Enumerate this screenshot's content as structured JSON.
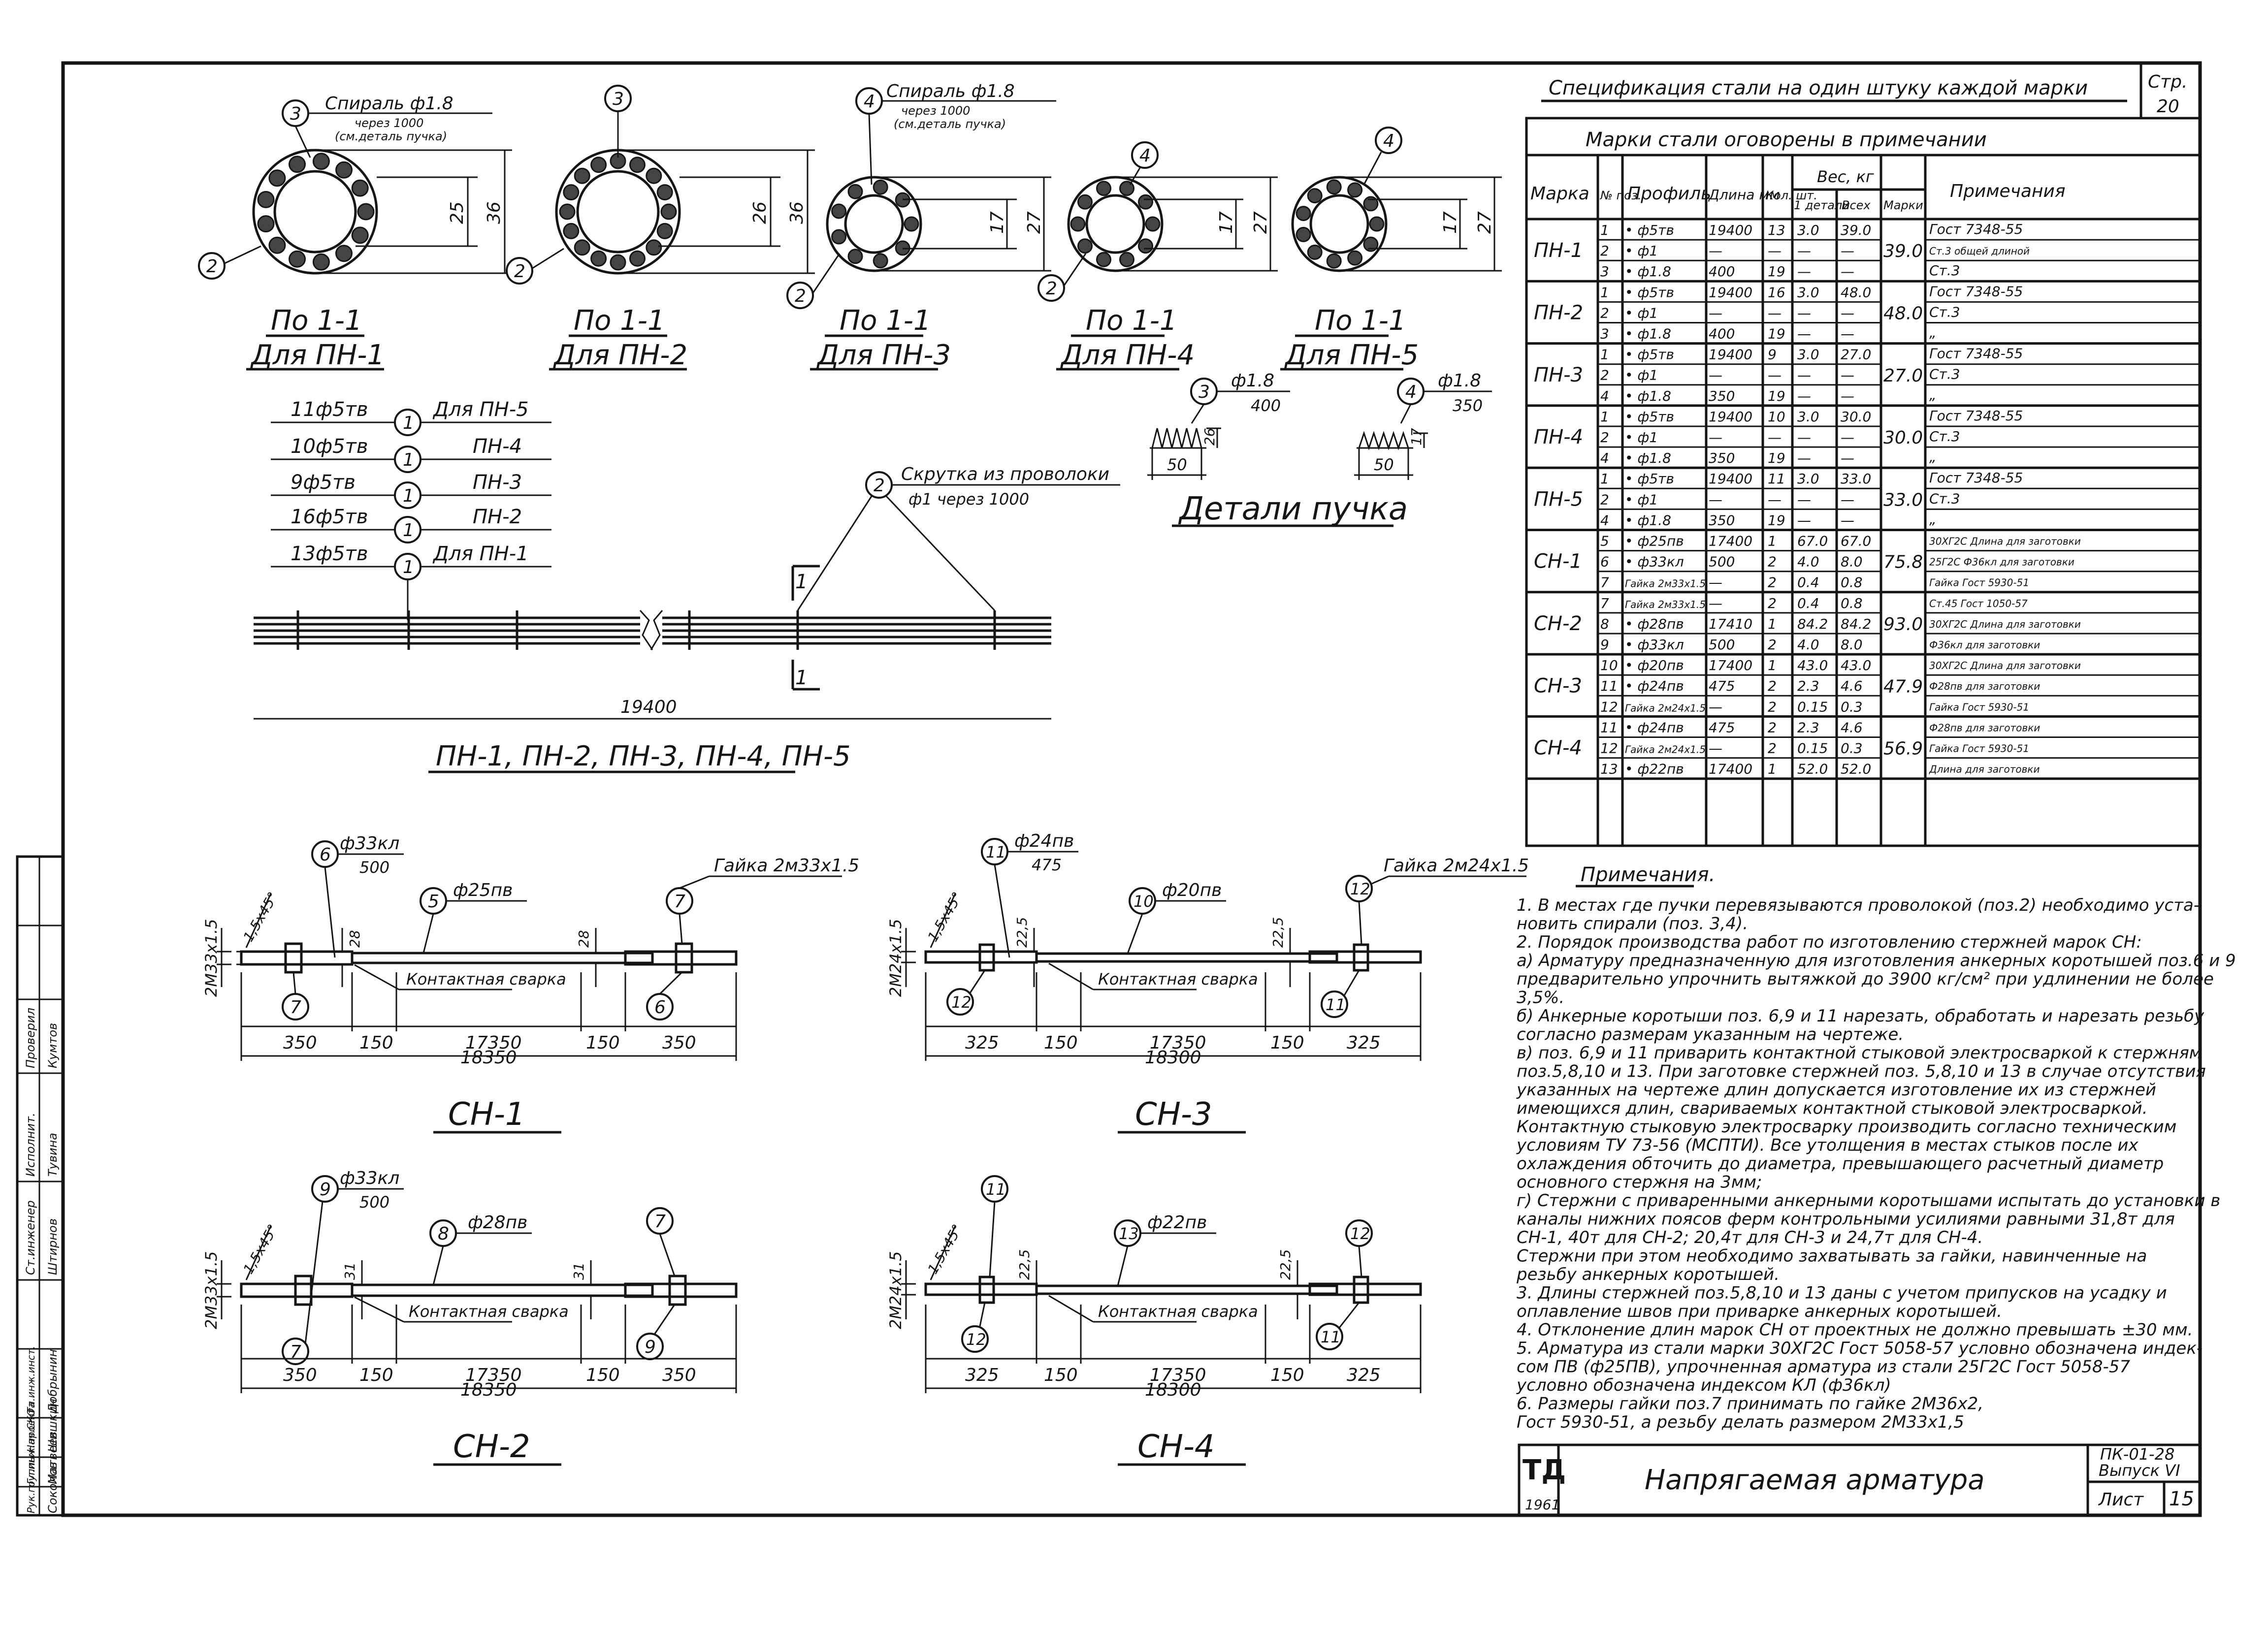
{
  "sheet": {
    "page_label": "Стр.",
    "page_no": "20",
    "drawing_code": "ПК-01-28",
    "issue": "Выпуск VI",
    "sheet_label": "Лист",
    "sheet_no": "15",
    "title": "Напрягаемая арматура",
    "logo_text": "ТД",
    "year": "1961"
  },
  "stamp_left": [
    {
      "role": "Ст.инженер",
      "name": "Штирнов"
    },
    {
      "role": "Исполнит.",
      "name": "Тувина"
    },
    {
      "role": "Проверил",
      "name": "Кумтов"
    },
    {
      "role": "Гл.инж.инст.",
      "name": "Добрынин"
    },
    {
      "role": "Нач.СКО",
      "name": "Шишкин"
    },
    {
      "role": "Гл.инж.проекта",
      "name": "Матвеев"
    },
    {
      "role": "Рук.группы",
      "name": "Соколов"
    }
  ],
  "sections": [
    {
      "cap1": "По 1-1",
      "cap2": "Для ПН-1",
      "ann": [
        "Спираль ф1.8",
        "через 1000",
        "(см.деталь пучка)"
      ],
      "d1": "25",
      "d2": "36",
      "p_top": "3",
      "p_bot": "2"
    },
    {
      "cap1": "По 1-1",
      "cap2": "Для ПН-2",
      "ann": [],
      "d1": "26",
      "d2": "36",
      "p_top": "3",
      "p_bot": "2"
    },
    {
      "cap1": "По 1-1",
      "cap2": "Для ПН-3",
      "ann": [
        "Спираль ф1.8",
        "через 1000",
        "(см.деталь пучка)"
      ],
      "d1": "17",
      "d2": "27",
      "p_top": "4",
      "p_bot": "2"
    },
    {
      "cap1": "По 1-1",
      "cap2": "Для ПН-4",
      "ann": [],
      "d1": "17",
      "d2": "27",
      "p_top": "4",
      "p_bot": "2"
    },
    {
      "cap1": "По 1-1",
      "cap2": "Для ПН-5",
      "ann": [],
      "d1": "17",
      "d2": "27",
      "p_top": "4",
      "p_bot": "2"
    }
  ],
  "bundle_legend": [
    {
      "rod": "11ф5тв",
      "pos": "1",
      "label": "Для ПН-5"
    },
    {
      "rod": "10ф5тв",
      "pos": "1",
      "label": "ПН-4"
    },
    {
      "rod": "9ф5тв",
      "pos": "1",
      "label": "ПН-3"
    },
    {
      "rod": "16ф5тв",
      "pos": "1",
      "label": "ПН-2"
    },
    {
      "rod": "13ф5тв",
      "pos": "1",
      "label": "Для ПН-1"
    }
  ],
  "bundle": {
    "twist_pos": "2",
    "twist_label": "Скрутка из проволоки",
    "twist_label2": "ф1 через 1000",
    "length": "19400",
    "cut": "1",
    "caption": "ПН-1, ПН-2, ПН-3, ПН-4, ПН-5"
  },
  "bundle_details": {
    "caption": "Детали пучка",
    "a": {
      "pos": "3",
      "rod": "ф1.8",
      "len": "400",
      "h": "26",
      "w": "50"
    },
    "b": {
      "pos": "4",
      "rod": "ф1.8",
      "len": "350",
      "h": "17",
      "w": "50"
    }
  },
  "bars": [
    {
      "name": "СН-1",
      "nut": "Гайка 2м33х1.5",
      "thread": "2М33х1.5",
      "chamfer": "1,5х45°",
      "end_pos": "6",
      "end_rod": "ф33кл",
      "end_len": "500",
      "mid_pos": "5",
      "mid_rod": "ф25пв",
      "nut_pos": "7",
      "lb_left": "7",
      "lb_right": "6",
      "h": "28",
      "weld": "Контактная сварка",
      "dims": [
        "350",
        "150",
        "17350",
        "150",
        "350"
      ],
      "total": "18350"
    },
    {
      "name": "СН-3",
      "nut": "Гайка 2м24х1.5",
      "thread": "2М24х1.5",
      "chamfer": "1,5х45°",
      "end_pos": "11",
      "end_rod": "ф24пв",
      "end_len": "475",
      "mid_pos": "10",
      "mid_rod": "ф20пв",
      "nut_pos": "12",
      "lb_left": "12",
      "lb_right": "11",
      "h": "22,5",
      "weld": "Контактная сварка",
      "dims": [
        "325",
        "150",
        "17350",
        "150",
        "325"
      ],
      "total": "18300"
    },
    {
      "name": "СН-2",
      "nut": "",
      "thread": "2М33х1.5",
      "chamfer": "1,5х45°",
      "end_pos": "9",
      "end_rod": "ф33кл",
      "end_len": "500",
      "mid_pos": "8",
      "mid_rod": "ф28пв",
      "nut_pos": "7",
      "lb_left": "7",
      "lb_right": "9",
      "h": "31",
      "weld": "Контактная сварка",
      "dims": [
        "350",
        "150",
        "17350",
        "150",
        "350"
      ],
      "total": "18350"
    },
    {
      "name": "СН-4",
      "nut": "",
      "thread": "2М24х1.5",
      "chamfer": "1,5х45°",
      "end_pos": "11",
      "end_rod": "",
      "end_len": "",
      "mid_pos": "13",
      "mid_rod": "ф22пв",
      "nut_pos": "12",
      "lb_left": "12",
      "lb_right": "11",
      "h": "22,5",
      "weld": "Контактная сварка",
      "dims": [
        "325",
        "150",
        "17350",
        "150",
        "325"
      ],
      "total": "18300"
    }
  ],
  "spec": {
    "title": "Спецификация стали на один штуку каждой марки",
    "subtitle": "Марки стали оговорены в примечании",
    "headers": [
      "Марка",
      "№ поз.",
      "Профиль",
      "Длина мм",
      "Кол. шт.",
      "Вес, кг",
      "1 детали",
      "Всех",
      "Марки",
      "Примечания"
    ],
    "groups": [
      {
        "mark": "ПН-1",
        "total": "39.0",
        "rows": [
          [
            "1",
            "• ф5тв",
            "19400",
            "13",
            "3.0",
            "39.0",
            "Гост 7348-55"
          ],
          [
            "2",
            "• ф1",
            "—",
            "—",
            "—",
            "—",
            "Ст.3 общей длиной"
          ],
          [
            "3",
            "• ф1.8",
            "400",
            "19",
            "—",
            "—",
            "Ст.3"
          ]
        ]
      },
      {
        "mark": "ПН-2",
        "total": "48.0",
        "rows": [
          [
            "1",
            "• ф5тв",
            "19400",
            "16",
            "3.0",
            "48.0",
            "Гост 7348-55"
          ],
          [
            "2",
            "• ф1",
            "—",
            "—",
            "—",
            "—",
            "Ст.3"
          ],
          [
            "3",
            "• ф1.8",
            "400",
            "19",
            "—",
            "—",
            "„"
          ]
        ]
      },
      {
        "mark": "ПН-3",
        "total": "27.0",
        "rows": [
          [
            "1",
            "• ф5тв",
            "19400",
            "9",
            "3.0",
            "27.0",
            "Гост 7348-55"
          ],
          [
            "2",
            "• ф1",
            "—",
            "—",
            "—",
            "—",
            "Ст.3"
          ],
          [
            "4",
            "• ф1.8",
            "350",
            "19",
            "—",
            "—",
            "„"
          ]
        ]
      },
      {
        "mark": "ПН-4",
        "total": "30.0",
        "rows": [
          [
            "1",
            "• ф5тв",
            "19400",
            "10",
            "3.0",
            "30.0",
            "Гост 7348-55"
          ],
          [
            "2",
            "• ф1",
            "—",
            "—",
            "—",
            "—",
            "Ст.3"
          ],
          [
            "4",
            "• ф1.8",
            "350",
            "19",
            "—",
            "—",
            "„"
          ]
        ]
      },
      {
        "mark": "ПН-5",
        "total": "33.0",
        "rows": [
          [
            "1",
            "• ф5тв",
            "19400",
            "11",
            "3.0",
            "33.0",
            "Гост 7348-55"
          ],
          [
            "2",
            "• ф1",
            "—",
            "—",
            "—",
            "—",
            "Ст.3"
          ],
          [
            "4",
            "• ф1.8",
            "350",
            "19",
            "—",
            "—",
            "„"
          ]
        ]
      },
      {
        "mark": "СН-1",
        "total": "75.8",
        "rows": [
          [
            "5",
            "• ф25пв",
            "17400",
            "1",
            "67.0",
            "67.0",
            "30ХГ2С Длина для заготовки"
          ],
          [
            "6",
            "• ф33кл",
            "500",
            "2",
            "4.0",
            "8.0",
            "25Г2С Ф36кл для заготовки"
          ],
          [
            "7",
            "Гайка 2м33х1.5",
            "—",
            "2",
            "0.4",
            "0.8",
            "Гайка Гост 5930-51"
          ]
        ]
      },
      {
        "mark": "СН-2",
        "total": "93.0",
        "rows": [
          [
            "7",
            "Гайка 2м33х1.5",
            "—",
            "2",
            "0.4",
            "0.8",
            "Ст.45 Гост 1050-57"
          ],
          [
            "8",
            "• ф28пв",
            "17410",
            "1",
            "84.2",
            "84.2",
            "30ХГ2С Длина для заготовки"
          ],
          [
            "9",
            "• ф33кл",
            "500",
            "2",
            "4.0",
            "8.0",
            "Ф36кл для заготовки"
          ]
        ]
      },
      {
        "mark": "СН-3",
        "total": "47.9",
        "rows": [
          [
            "10",
            "• ф20пв",
            "17400",
            "1",
            "43.0",
            "43.0",
            "30ХГ2С Длина для заготовки"
          ],
          [
            "11",
            "• ф24пв",
            "475",
            "2",
            "2.3",
            "4.6",
            "Ф28пв для заготовки"
          ],
          [
            "12",
            "Гайка 2м24х1.5",
            "—",
            "2",
            "0.15",
            "0.3",
            "Гайка Гост 5930-51"
          ]
        ]
      },
      {
        "mark": "СН-4",
        "total": "56.9",
        "rows": [
          [
            "11",
            "• ф24пв",
            "475",
            "2",
            "2.3",
            "4.6",
            "Ф28пв для заготовки"
          ],
          [
            "12",
            "Гайка 2м24х1.5",
            "—",
            "2",
            "0.15",
            "0.3",
            "Гайка Гост 5930-51"
          ],
          [
            "13",
            "• ф22пв",
            "17400",
            "1",
            "52.0",
            "52.0",
            "Длина для заготовки"
          ]
        ]
      }
    ]
  },
  "notes": {
    "title": "Примечания.",
    "lines": [
      "1. В местах где пучки перевязываются проволокой (поз.2) необходимо уста-",
      "   новить спирали (поз. 3,4).",
      "2. Порядок производства работ по изготовлению стержней марок СН:",
      "   а) Арматуру предназначенную для изготовления анкерных коротышей поз.6 и 9",
      "   предварительно упрочнить вытяжкой до 3900 кг/см² при удлинении не более",
      "   3,5%.",
      "   б) Анкерные коротыши поз. 6,9 и 11 нарезать, обработать и нарезать резьбу",
      "   согласно размерам указанным на чертеже.",
      "   в) поз. 6,9 и 11 приварить контактной стыковой электросваркой к стержням",
      "   поз.5,8,10 и 13. При заготовке стержней поз. 5,8,10 и 13 в случае отсутствия",
      "   указанных на чертеже длин допускается изготовление их из стержней",
      "   имеющихся длин, свариваемых контактной стыковой электросваркой.",
      "   Контактную стыковую электросварку производить согласно техническим",
      "   условиям ТУ 73-56 (МСПТИ). Все утолщения в местах стыков после их",
      "   охлаждения обточить до диаметра, превышающего расчетный диаметр",
      "   основного стержня на 3мм;",
      "   г) Стержни с приваренными анкерными коротышами испытать до установки в",
      "   каналы нижних поясов ферм контрольными усилиями равными 31,8т для",
      "   СН-1, 40т для СН-2; 20,4т для СН-3 и 24,7т для СН-4.",
      "   Стержни при этом необходимо захватывать за гайки, навинченные на",
      "   резьбу анкерных коротышей.",
      "3. Длины стержней поз.5,8,10 и 13 даны с учетом припусков на усадку и",
      "   оплавление швов при приварке анкерных коротышей.",
      "4. Отклонение длин марок СН от проектных не должно превышать ±30 мм.",
      "5. Арматура из стали марки 30ХГ2С Гост 5058-57 условно обозначена индек-",
      "   сом ПВ (ф25ПВ), упрочненная арматура из стали 25Г2С Гост 5058-57",
      "   условно обозначена индексом КЛ (ф36кл)",
      "6. Размеры гайки поз.7 принимать по гайке 2М36х2,",
      "   Гост 5930-51, а резьбу делать размером 2М33х1,5"
    ]
  }
}
